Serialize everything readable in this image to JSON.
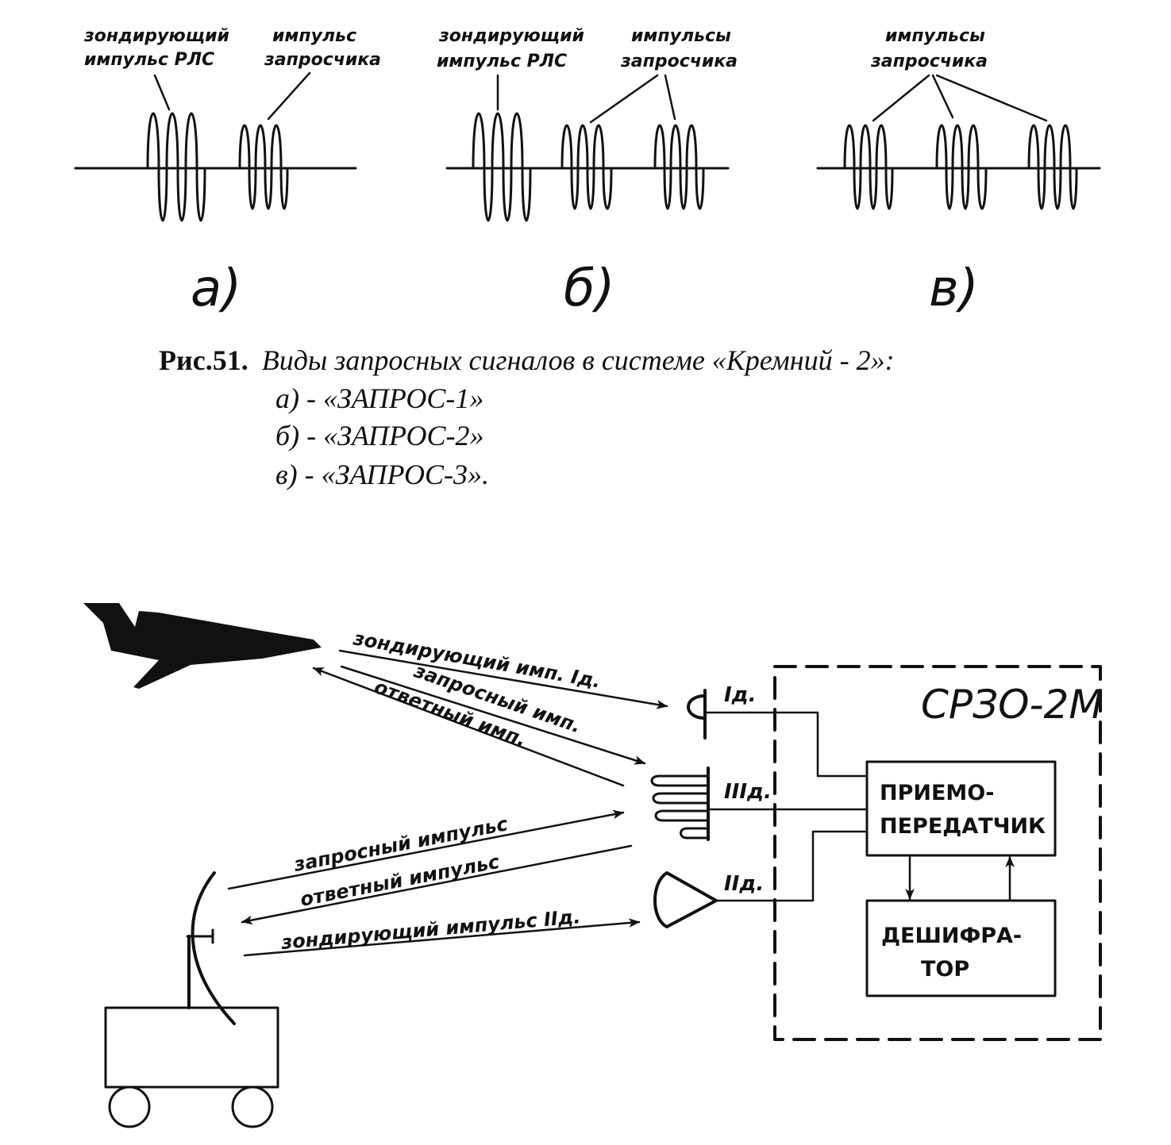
{
  "figure51": {
    "panel_a": {
      "label_1": "зондирующий\nимпульс РЛС",
      "label_2": "импульс\nзапросчика",
      "letter": "а)"
    },
    "panel_b": {
      "label_1": "зондирующий\nимпульс РЛС",
      "label_2": "импульсы\nзапросчика",
      "letter": "б)"
    },
    "panel_c": {
      "label_1": "импульсы\nзапросчика",
      "letter": "в)"
    },
    "caption": {
      "number": "Рис.51.",
      "title": "Виды запросных сигналов в системе «Кремний - 2»:",
      "items": [
        "а) - «ЗАПРОС-1»",
        "б) - «ЗАПРОС-2»",
        "в) - «ЗАПРОС-3»."
      ]
    }
  },
  "diagram": {
    "device_name": "СРЗО-2М",
    "transceiver": "ПРИЕМО-\nПЕРЕДАТЧИК",
    "decoder": "ДЕШИФРА-\nТОР",
    "antennas": [
      "Iд.",
      "IIIд.",
      "IIд."
    ],
    "arrows": {
      "probe_1": "зондирующий имп. Iд.",
      "interrogation_1": "запросный имп.",
      "reply_1": "ответный имп.",
      "interrogation_2": "запросный импульс",
      "reply_2": "ответный импульс",
      "probe_2": "зондирующий импульс IIд."
    }
  }
}
